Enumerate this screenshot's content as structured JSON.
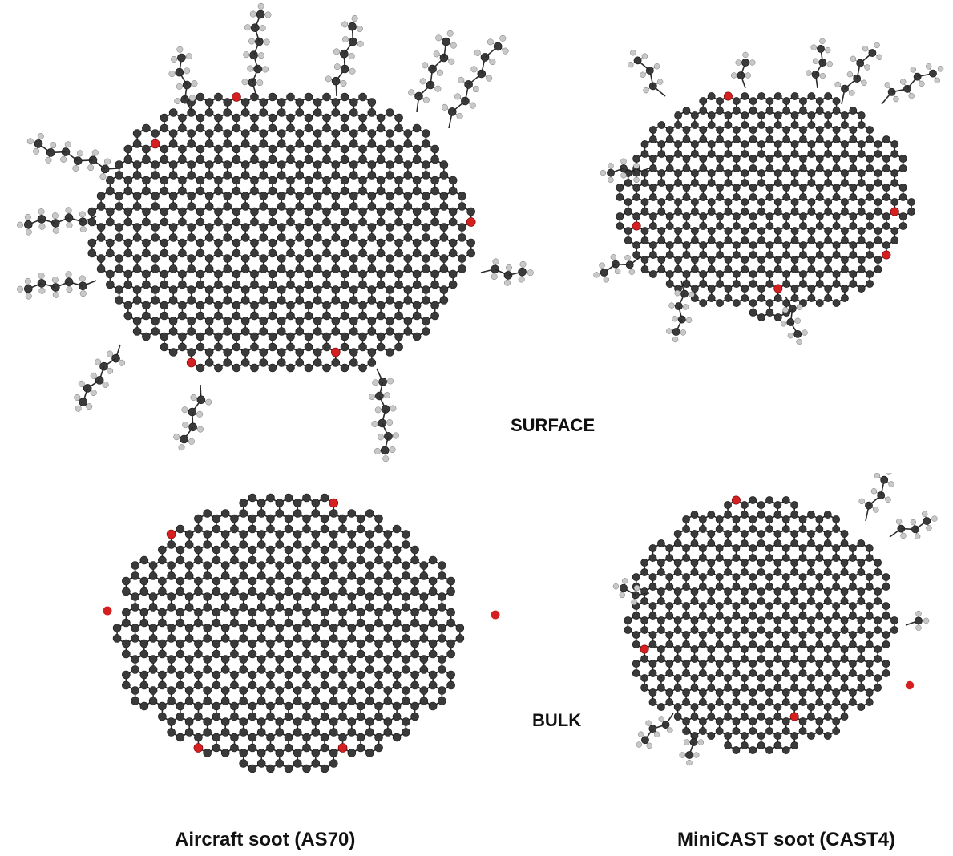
{
  "labels": {
    "surface": "SURFACE",
    "bulk": "BULK",
    "as70": "Aircraft soot (AS70)",
    "cast4": "MiniCAST soot (CAST4)"
  },
  "colors": {
    "carbon": "#3a3a3a",
    "oxygen": "#d42020",
    "hydrogen": "#c8c8c8",
    "bond": "#2a2a2a"
  },
  "panels": [
    {
      "id": "as70-surface",
      "name": "as70-surface-molecule",
      "hydrogen_chains": true
    },
    {
      "id": "cast4-surface",
      "name": "cast4-surface-molecule",
      "hydrogen_chains": true
    },
    {
      "id": "as70-bulk",
      "name": "as70-bulk-molecule",
      "hydrogen_chains": false
    },
    {
      "id": "cast4-bulk",
      "name": "cast4-bulk-molecule",
      "hydrogen_chains": true
    }
  ]
}
